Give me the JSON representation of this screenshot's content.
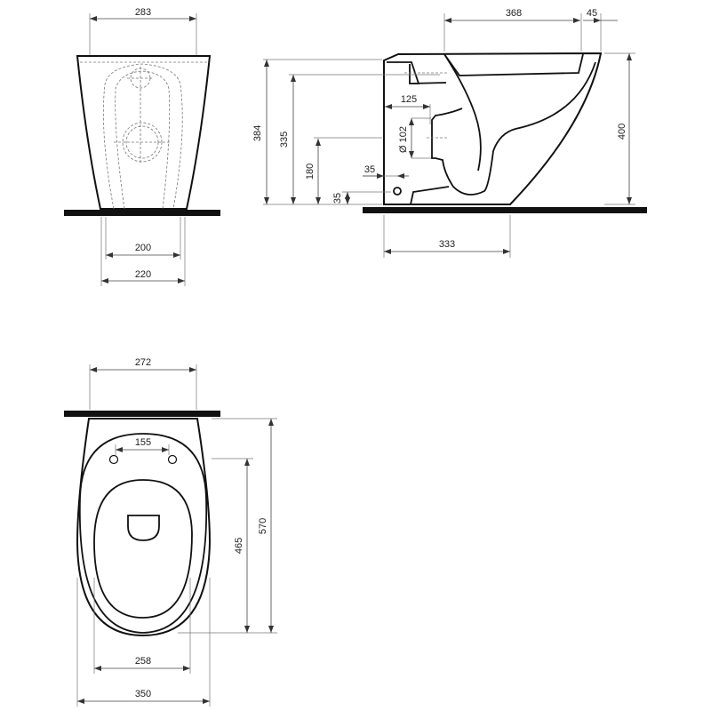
{
  "front_view": {
    "dims": {
      "top_width": "283",
      "base_inner": "200",
      "base_outer": "220"
    }
  },
  "side_view": {
    "dims": {
      "bowl_length": "368",
      "rim": "45",
      "height_back": "384",
      "inlet_height": "335",
      "outlet_height": "180",
      "fixing_height": "35",
      "outlet_depth": "125",
      "outlet_diameter": "Ø 102",
      "fixing_offset": "35",
      "base_length": "333",
      "total_height": "400"
    }
  },
  "top_view": {
    "dims": {
      "back_width": "272",
      "hinge_spacing": "155",
      "seat_length": "465",
      "total_length": "570",
      "inner_width": "258",
      "total_width": "350"
    }
  }
}
